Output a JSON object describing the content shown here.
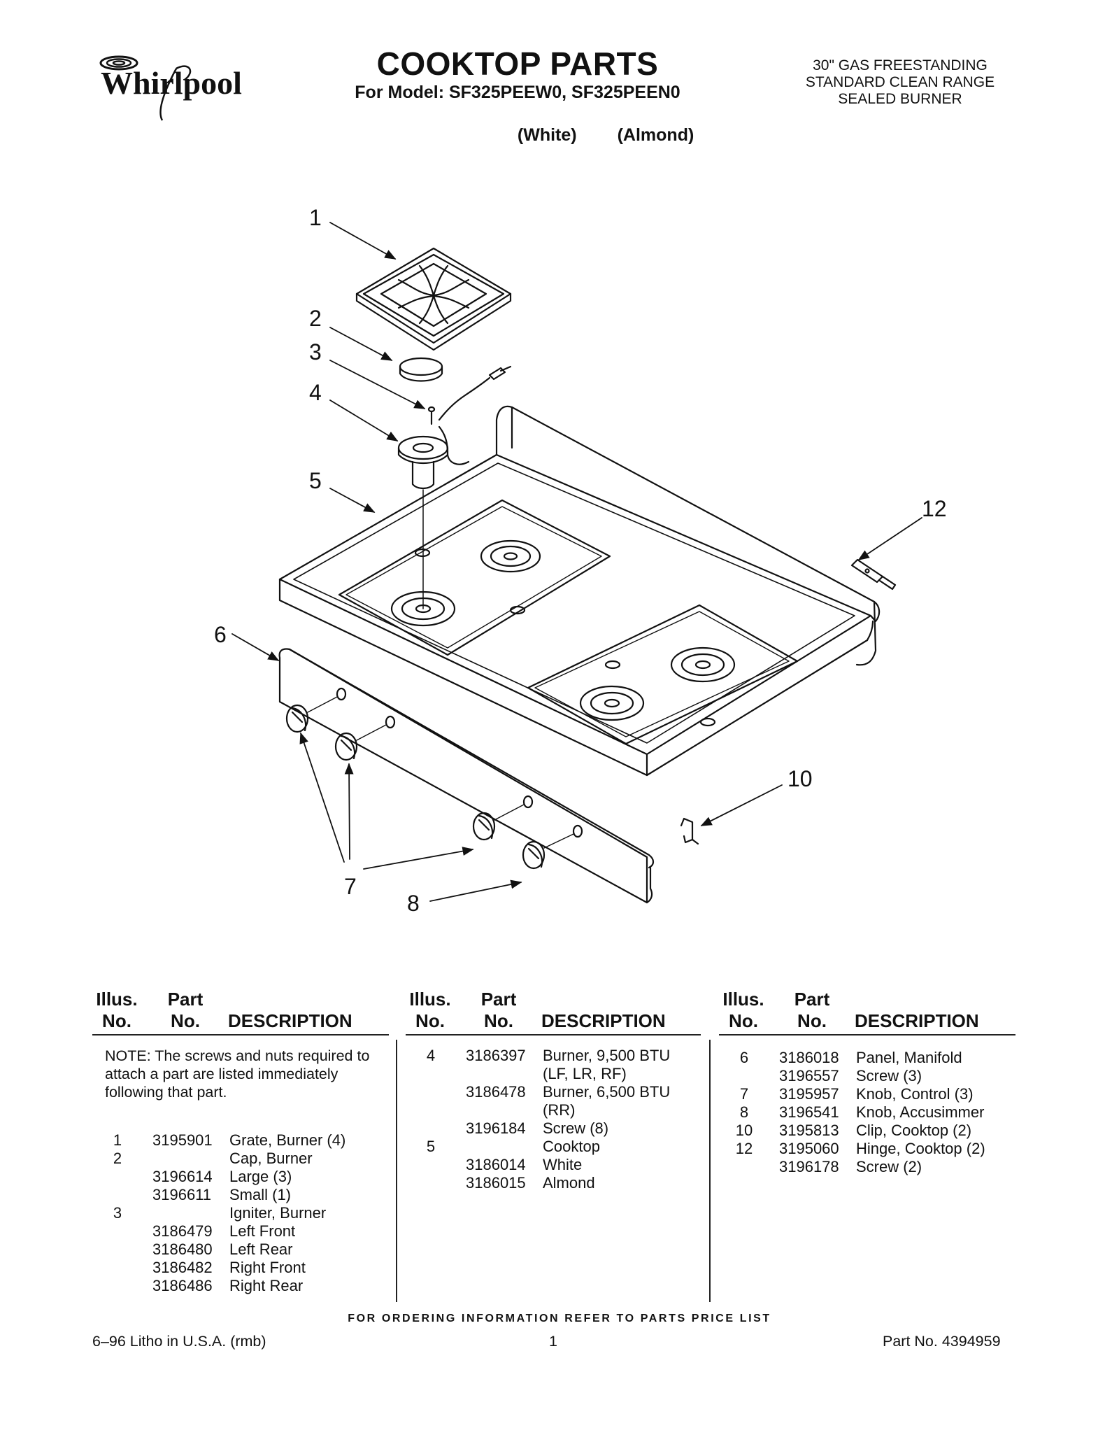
{
  "header": {
    "brand": "Whirlpool",
    "title": "COOKTOP PARTS",
    "model_line": "For Model: SF325PEEW0, SF325PEEN0",
    "color_white": "(White)",
    "color_almond": "(Almond)",
    "range_description": [
      "30\" GAS FREESTANDING",
      "STANDARD CLEAN RANGE",
      "SEALED BURNER"
    ]
  },
  "diagram": {
    "callouts": [
      "1",
      "2",
      "3",
      "4",
      "5",
      "6",
      "7",
      "8",
      "10",
      "12"
    ]
  },
  "table": {
    "headers": {
      "illus": [
        "Illus.",
        "No."
      ],
      "part": [
        "Part",
        "No."
      ],
      "description": "DESCRIPTION"
    },
    "note": "NOTE: The screws and nuts required to attach a part are listed immediately following that part.",
    "columns": [
      [
        {
          "illus": "1",
          "part": "3195901",
          "desc": "Grate, Burner (4)"
        },
        {
          "illus": "2",
          "part": "",
          "desc": "Cap, Burner"
        },
        {
          "illus": "",
          "part": "3196614",
          "desc": "Large (3)"
        },
        {
          "illus": "",
          "part": "3196611",
          "desc": "Small (1)"
        },
        {
          "illus": "3",
          "part": "",
          "desc": "Igniter, Burner"
        },
        {
          "illus": "",
          "part": "3186479",
          "desc": "Left Front"
        },
        {
          "illus": "",
          "part": "3186480",
          "desc": "Left Rear"
        },
        {
          "illus": "",
          "part": "3186482",
          "desc": "Right Front"
        },
        {
          "illus": "",
          "part": "3186486",
          "desc": "Right Rear"
        }
      ],
      [
        {
          "illus": "4",
          "part": "3186397",
          "desc": "Burner, 9,500 BTU"
        },
        {
          "illus": "",
          "part": "",
          "desc": "(LF, LR, RF)"
        },
        {
          "illus": "",
          "part": "3186478",
          "desc": "Burner, 6,500 BTU"
        },
        {
          "illus": "",
          "part": "",
          "desc": "(RR)"
        },
        {
          "illus": "",
          "part": "3196184",
          "desc": "Screw (8)"
        },
        {
          "illus": "5",
          "part": "",
          "desc": "Cooktop"
        },
        {
          "illus": "",
          "part": "3186014",
          "desc": "White"
        },
        {
          "illus": "",
          "part": "3186015",
          "desc": "Almond"
        }
      ],
      [
        {
          "illus": "6",
          "part": "3186018",
          "desc": "Panel, Manifold"
        },
        {
          "illus": "",
          "part": "3196557",
          "desc": "Screw (3)"
        },
        {
          "illus": "7",
          "part": "3195957",
          "desc": "Knob, Control (3)"
        },
        {
          "illus": "8",
          "part": "3196541",
          "desc": "Knob, Accusimmer"
        },
        {
          "illus": "10",
          "part": "3195813",
          "desc": "Clip, Cooktop (2)"
        },
        {
          "illus": "12",
          "part": "3195060",
          "desc": "Hinge, Cooktop (2)"
        },
        {
          "illus": "",
          "part": "3196178",
          "desc": "Screw (2)"
        }
      ]
    ]
  },
  "footer": {
    "ordering_note": "FOR ORDERING INFORMATION REFER TO PARTS PRICE LIST",
    "litho": "6–96 Litho in U.S.A. (rmb)",
    "page_number": "1",
    "part_number": "Part No. 4394959"
  }
}
